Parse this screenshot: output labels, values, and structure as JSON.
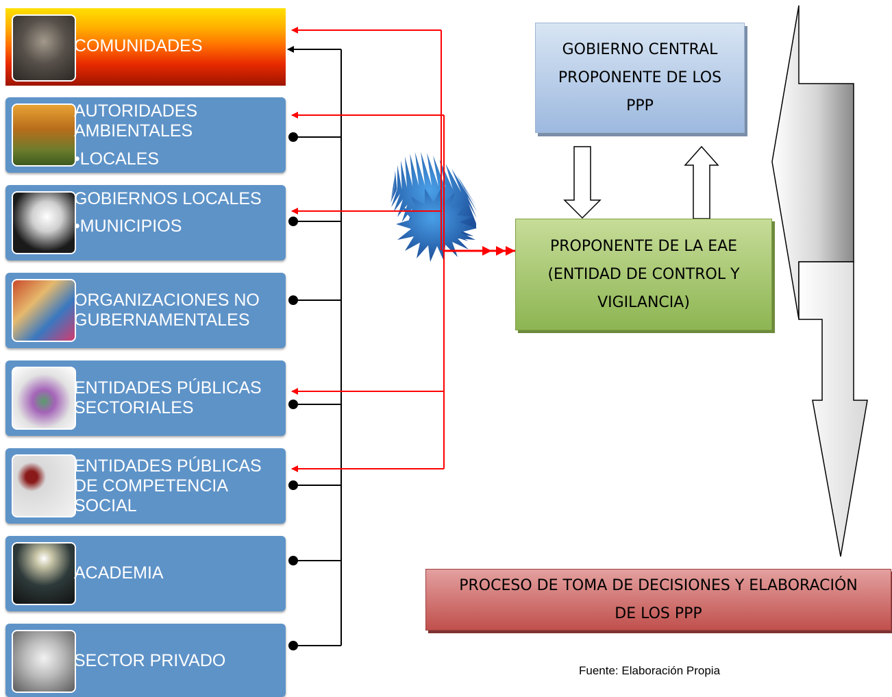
{
  "stakeholders": [
    {
      "id": "comunidades",
      "lines": [
        "COMUNIDADES"
      ],
      "bullets": []
    },
    {
      "id": "autoridades",
      "lines": [
        "AUTORIDADES",
        "AMBIENTALES"
      ],
      "bullets": [
        "•LOCALES"
      ]
    },
    {
      "id": "gobiernos",
      "lines": [
        "GOBIERNOS LOCALES"
      ],
      "bullets": [
        "•MUNICIPIOS"
      ]
    },
    {
      "id": "ong",
      "lines": [
        "ORGANIZACIONES NO",
        "GUBERNAMENTALES"
      ],
      "bullets": []
    },
    {
      "id": "sectoriales",
      "lines": [
        "ENTIDADES PÚBLICAS",
        "SECTORIALES"
      ],
      "bullets": []
    },
    {
      "id": "social",
      "lines": [
        "ENTIDADES PÚBLICAS",
        "DE COMPETENCIA",
        "SOCIAL"
      ],
      "bullets": []
    },
    {
      "id": "academia",
      "lines": [
        "ACADEMIA"
      ],
      "bullets": []
    },
    {
      "id": "privado",
      "lines": [
        "SECTOR PRIVADO"
      ],
      "bullets": []
    }
  ],
  "boxes": {
    "gobierno_central": [
      "GOBIERNO CENTRAL",
      "PROPONENTE DE LOS",
      "PPP"
    ],
    "proponente_eae": [
      "PROPONENTE DE LA EAE",
      "(ENTIDAD DE CONTROL Y",
      "VIGILANCIA)"
    ],
    "proceso": [
      "PROCESO DE TOMA DE DECISIONES Y ELABORACIÓN",
      "DE LOS PPP"
    ]
  },
  "source_note": "Fuente: Elaboración Propia",
  "colors": {
    "stakeholder_blue": "#5e93c8",
    "red_connector": "#ff0000",
    "black_connector": "#000000",
    "starburst": "#4a7fc4"
  }
}
